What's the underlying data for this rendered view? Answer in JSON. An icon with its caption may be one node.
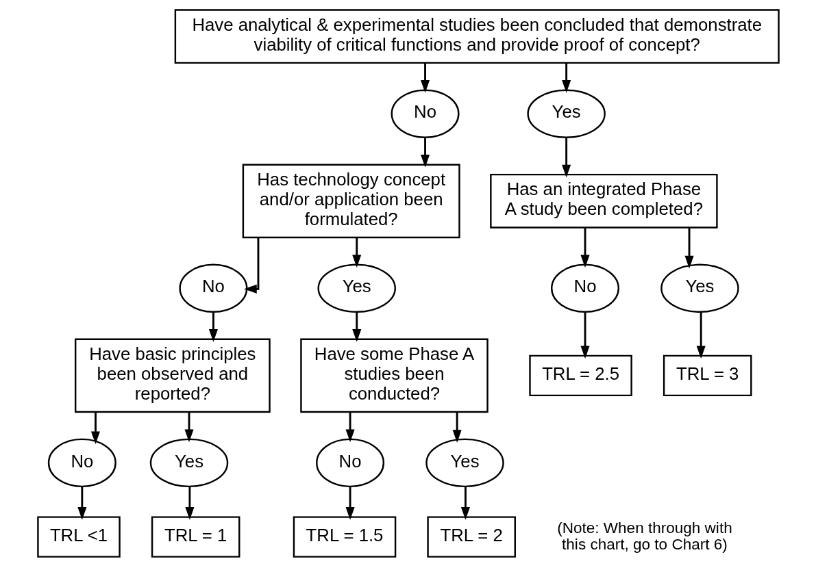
{
  "diagram": {
    "nodes": [
      {
        "text": [
          "Have analytical & experimental studies been concluded that demonstrate viability of critical functions and provide proof of concept?"
        ]
      },
      {
        "text": [
          "No"
        ]
      },
      {
        "text": [
          "Yes"
        ]
      },
      {
        "text": [
          "Has technology concept and/or application been formulated?"
        ]
      },
      {
        "text": [
          "Has an integrated Phase A study been completed?"
        ]
      },
      {
        "text": [
          "No"
        ]
      },
      {
        "text": [
          "Yes"
        ]
      },
      {
        "text": [
          "No"
        ]
      },
      {
        "text": [
          "Yes"
        ]
      },
      {
        "text": [
          "Have basic principles been observed and reported?"
        ]
      },
      {
        "text": [
          "Have some Phase A studies been conducted?"
        ]
      },
      {
        "text": [
          "TRL = 2.5"
        ]
      },
      {
        "text": [
          "TRL = 3"
        ]
      },
      {
        "text": [
          "No"
        ]
      },
      {
        "text": [
          "Yes"
        ]
      },
      {
        "text": [
          "No"
        ]
      },
      {
        "text": [
          "Yes"
        ]
      },
      {
        "text": [
          "TRL <1"
        ]
      },
      {
        "text": [
          "TRL = 1"
        ]
      },
      {
        "text": [
          "TRL = 1.5"
        ]
      },
      {
        "text": [
          "TRL = 2"
        ]
      }
    ],
    "edges": [
      {
        "from": 0,
        "to": 1,
        "arrow": "to"
      },
      {
        "from": 0,
        "to": 2,
        "arrow": "to"
      },
      {
        "from": 1,
        "to": 3,
        "arrow": "to"
      },
      {
        "from": 2,
        "to": 4,
        "arrow": "to"
      },
      {
        "from": 3,
        "to": 5,
        "arrow": "to"
      },
      {
        "from": 3,
        "to": 6,
        "arrow": "to"
      },
      {
        "from": 4,
        "to": 7,
        "arrow": "to"
      },
      {
        "from": 4,
        "to": 8,
        "arrow": "to"
      },
      {
        "from": 5,
        "to": 9,
        "arrow": "to"
      },
      {
        "from": 6,
        "to": 10,
        "arrow": "to"
      },
      {
        "from": 7,
        "to": 11,
        "arrow": "to"
      },
      {
        "from": 8,
        "to": 12,
        "arrow": "to"
      },
      {
        "from": 9,
        "to": 13,
        "arrow": "to"
      },
      {
        "from": 9,
        "to": 14,
        "arrow": "to"
      },
      {
        "from": 10,
        "to": 15,
        "arrow": "to"
      },
      {
        "from": 10,
        "to": 16,
        "arrow": "to"
      },
      {
        "from": 13,
        "to": 17,
        "arrow": "to"
      },
      {
        "from": 14,
        "to": 18,
        "arrow": "to"
      },
      {
        "from": 15,
        "to": 19,
        "arrow": "to"
      },
      {
        "from": 16,
        "to": 20,
        "arrow": "to"
      }
    ],
    "labels": [
      "(Note: When through with this chart, go to Chart 6)"
    ]
  }
}
